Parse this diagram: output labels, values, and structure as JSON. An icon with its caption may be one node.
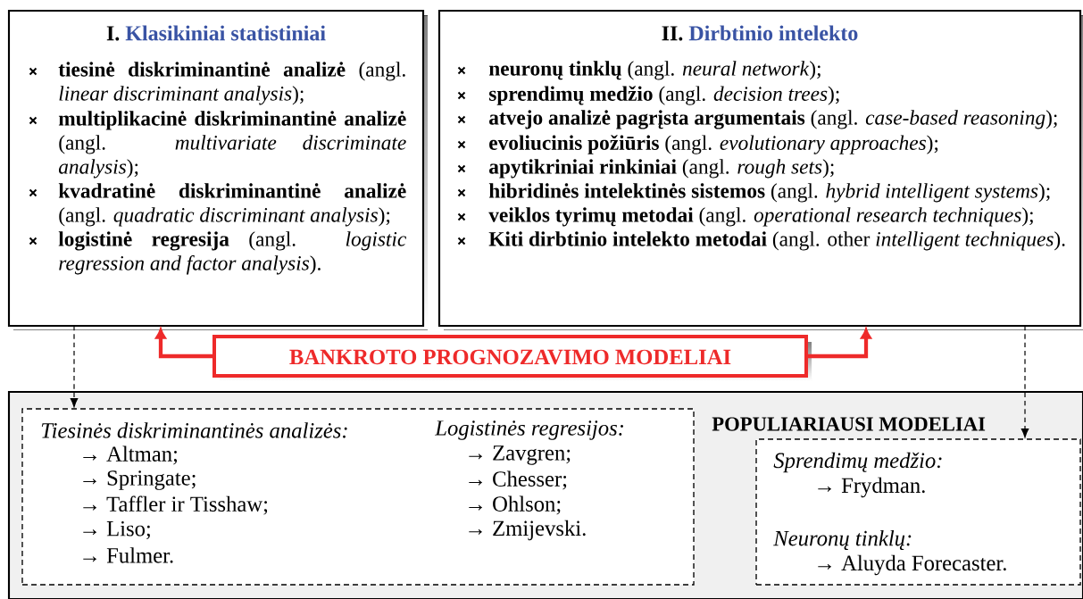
{
  "diagram": {
    "nodes": [
      {
        "text": [
          "I.",
          "Klasikiniai statistiniai",
          "**tiesinė diskriminantinė analizė** (angl. *linear discriminant analysis*);",
          "**multiplikacinė diskriminantinė analizė** (angl. *multivariate discriminate analysis*);",
          "**kvadratinė diskriminantinė analizė** (angl. *quadratic discriminant analysis*);",
          "**logistinė regresija** (angl. *logistic regression and factor analysis*)."
        ]
      },
      {
        "text": [
          "II.",
          "Dirbtinio intelekto",
          "**neuronų tinklų** (angl. *neural network*);",
          "**sprendimų medžio** (angl. *decision trees*);",
          "**atvejo analizė pagrįsta argumentais** (angl. *case-based reasoning*);",
          "**evoliucinis požiūris** (angl. *evolutionary approaches*);",
          "**apytikriniai rinkiniai** (angl. *rough sets*);",
          "**hibridinės intelektinės sistemos** (angl. *hybrid intelligent systems*);",
          "**veiklos tyrimų metodai** (angl. *operational research techniques*);",
          "**Kiti dirbtinio intelekto metodai** (angl. other *intelligent techniques*)."
        ]
      },
      {
        "text": [
          "BANKROTO PROGNOZAVIMO MODELIAI"
        ]
      },
      {
        "text": [
          "POPULIARIAUSI MODELIAI"
        ]
      },
      {
        "text": [
          "Tiesinės diskriminantinės analizės:",
          "→ Altman;",
          "→ Springate;",
          "→ Taffler ir Tisshaw;",
          "→ Liso;",
          "→ Fulmer.",
          "Logistinės regresijos:",
          "→ Zavgren;",
          "→ Chesser;",
          "→ Ohlson;",
          "→ Zmijevski."
        ],
        "in": 3
      },
      {
        "text": [
          "Sprendimų medžio:",
          "→ Frydman.",
          "Neuronų tinklų:",
          "→ Aluyda Forecaster."
        ],
        "in": 3
      }
    ],
    "edges": [
      {
        "from": 2,
        "to": 0,
        "arrow": "to",
        "style": "thick",
        "color": "#ee2a2a"
      },
      {
        "from": 2,
        "to": 1,
        "arrow": "to",
        "style": "thick",
        "color": "#ee2a2a"
      },
      {
        "from": 0,
        "to": 4,
        "arrow": "to",
        "style": "dashed",
        "color": "#000000"
      },
      {
        "from": 1,
        "to": 5,
        "arrow": "to",
        "style": "dashed",
        "color": "#000000"
      }
    ]
  }
}
